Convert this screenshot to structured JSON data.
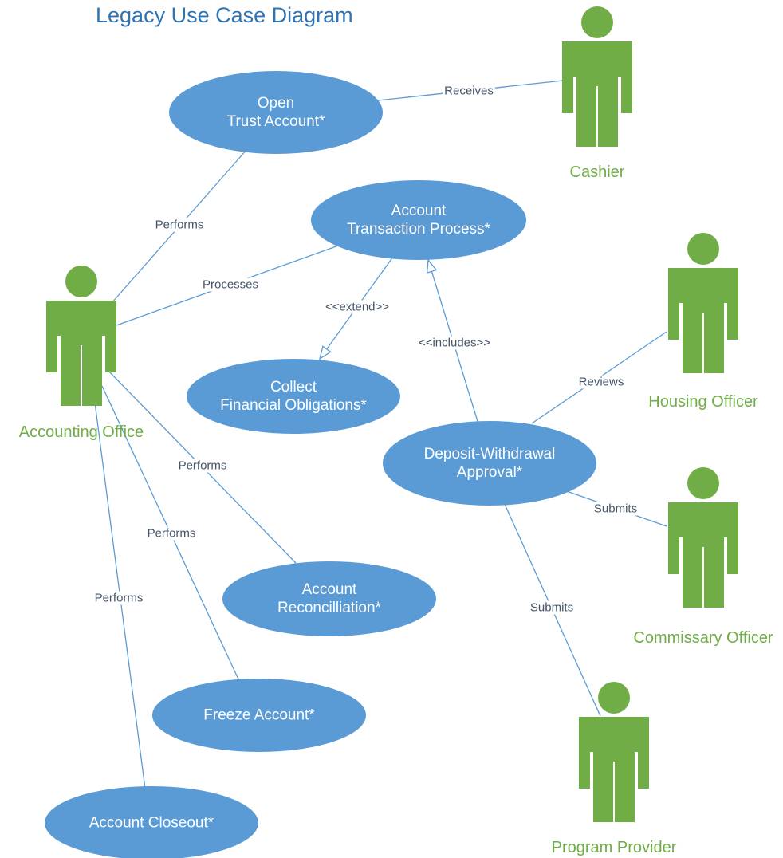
{
  "diagram": {
    "title": "Legacy Use Case Diagram",
    "colors": {
      "usecase_fill": "#5b9bd5",
      "usecase_text": "#ffffff",
      "actor_fill": "#70ad47",
      "actor_label": "#70ad47",
      "connector": "#5b9bd5",
      "label_text": "#44546a",
      "title_text": "#2e74b5",
      "background": "#ffffff"
    },
    "use_cases": [
      {
        "id": "open-trust-account",
        "lines": [
          "Open",
          "Trust Account*"
        ]
      },
      {
        "id": "account-transaction-process",
        "lines": [
          "Account",
          "Transaction Process*"
        ]
      },
      {
        "id": "collect-financial-obligations",
        "lines": [
          "Collect",
          "Financial Obligations*"
        ]
      },
      {
        "id": "deposit-withdrawal-approval",
        "lines": [
          "Deposit-Withdrawal",
          "Approval*"
        ]
      },
      {
        "id": "account-reconciliation",
        "lines": [
          "Account",
          "Reconcilliation*"
        ]
      },
      {
        "id": "freeze-account",
        "lines": [
          "Freeze Account*"
        ]
      },
      {
        "id": "account-closeout",
        "lines": [
          "Account Closeout*"
        ]
      }
    ],
    "actors": [
      {
        "id": "cashier",
        "label": "Cashier",
        "icon": "stick-person-icon"
      },
      {
        "id": "accounting-office",
        "label": "Accounting Office",
        "icon": "stick-person-icon"
      },
      {
        "id": "housing-officer",
        "label": "Housing Officer",
        "icon": "stick-person-icon"
      },
      {
        "id": "commissary-officer",
        "label": "Commissary Officer",
        "icon": "stick-person-icon"
      },
      {
        "id": "program-provider",
        "label": "Program Provider",
        "icon": "stick-person-icon"
      }
    ],
    "relationships": [
      {
        "id": "rel-receives",
        "from": "open-trust-account",
        "to": "cashier",
        "label": "Receives",
        "type": "association"
      },
      {
        "id": "rel-open-performs",
        "from": "accounting-office",
        "to": "open-trust-account",
        "label": "Performs",
        "type": "association"
      },
      {
        "id": "rel-processes",
        "from": "accounting-office",
        "to": "account-transaction-process",
        "label": "Processes",
        "type": "association"
      },
      {
        "id": "rel-extend",
        "from": "account-transaction-process",
        "to": "collect-financial-obligations",
        "label": "<<extend>>",
        "type": "extend"
      },
      {
        "id": "rel-includes",
        "from": "deposit-withdrawal-approval",
        "to": "account-transaction-process",
        "label": "<<includes>>",
        "type": "include"
      },
      {
        "id": "rel-reviews",
        "from": "deposit-withdrawal-approval",
        "to": "housing-officer",
        "label": "Reviews",
        "type": "association"
      },
      {
        "id": "rel-submits-commissary",
        "from": "deposit-withdrawal-approval",
        "to": "commissary-officer",
        "label": "Submits",
        "type": "association"
      },
      {
        "id": "rel-submits-provider",
        "from": "deposit-withdrawal-approval",
        "to": "program-provider",
        "label": "Submits",
        "type": "association"
      },
      {
        "id": "rel-recon-performs",
        "from": "accounting-office",
        "to": "account-reconciliation",
        "label": "Performs",
        "type": "association"
      },
      {
        "id": "rel-freeze-performs",
        "from": "accounting-office",
        "to": "freeze-account",
        "label": "Performs",
        "type": "association"
      },
      {
        "id": "rel-closeout-performs",
        "from": "accounting-office",
        "to": "account-closeout",
        "label": "Performs",
        "type": "association"
      }
    ]
  }
}
